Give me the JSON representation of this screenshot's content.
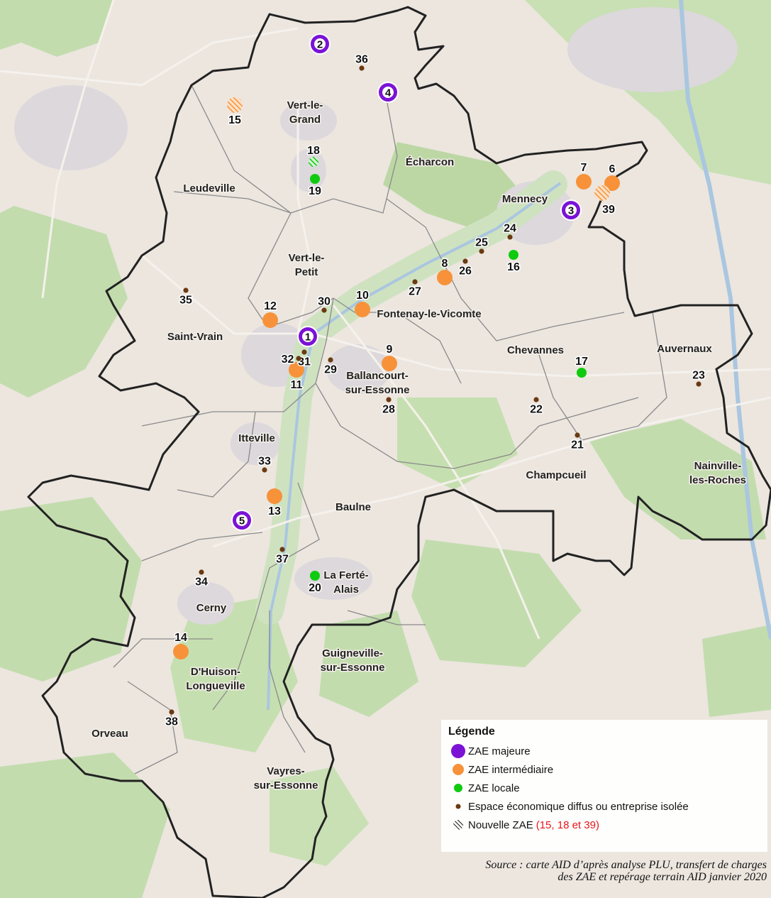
{
  "map": {
    "towns": [
      {
        "lines": [
          "Vert-le-",
          "Grand"
        ]
      },
      {
        "lines": [
          "Écharcon"
        ]
      },
      {
        "lines": [
          "Leudeville"
        ]
      },
      {
        "lines": [
          "Mennecy"
        ]
      },
      {
        "lines": [
          "Vert-le-",
          "Petit"
        ]
      },
      {
        "lines": [
          "Fontenay-le-Vicomte"
        ]
      },
      {
        "lines": [
          "Saint-Vrain"
        ]
      },
      {
        "lines": [
          "Chevannes"
        ]
      },
      {
        "lines": [
          "Auvernaux"
        ]
      },
      {
        "lines": [
          "Ballancourt-",
          "sur-Essonne"
        ]
      },
      {
        "lines": [
          "Itteville"
        ]
      },
      {
        "lines": [
          "Champcueil"
        ]
      },
      {
        "lines": [
          "Nainville-",
          "les-Roches"
        ]
      },
      {
        "lines": [
          "Baulne"
        ]
      },
      {
        "lines": [
          "La Ferté-",
          "Alais"
        ]
      },
      {
        "lines": [
          "Cerny"
        ]
      },
      {
        "lines": [
          "Guigneville-",
          "sur-Essonne"
        ]
      },
      {
        "lines": [
          "D'Huison-",
          "Longueville"
        ]
      },
      {
        "lines": [
          "Orveau"
        ]
      },
      {
        "lines": [
          "Vayres-",
          "sur-Essonne"
        ]
      }
    ],
    "sites": [
      {
        "id": "1",
        "category": "majeure"
      },
      {
        "id": "2",
        "category": "majeure"
      },
      {
        "id": "3",
        "category": "majeure"
      },
      {
        "id": "4",
        "category": "majeure"
      },
      {
        "id": "5",
        "category": "majeure"
      },
      {
        "id": "6",
        "category": "intermediaire"
      },
      {
        "id": "7",
        "category": "intermediaire"
      },
      {
        "id": "8",
        "category": "intermediaire"
      },
      {
        "id": "9",
        "category": "intermediaire"
      },
      {
        "id": "10",
        "category": "intermediaire"
      },
      {
        "id": "11",
        "category": "intermediaire"
      },
      {
        "id": "12",
        "category": "intermediaire"
      },
      {
        "id": "13",
        "category": "intermediaire"
      },
      {
        "id": "14",
        "category": "intermediaire"
      },
      {
        "id": "15",
        "category": "nouvelle-intermediaire"
      },
      {
        "id": "16",
        "category": "locale"
      },
      {
        "id": "17",
        "category": "locale"
      },
      {
        "id": "18",
        "category": "nouvelle-locale"
      },
      {
        "id": "19",
        "category": "locale"
      },
      {
        "id": "20",
        "category": "locale"
      },
      {
        "id": "21",
        "category": "diffus"
      },
      {
        "id": "22",
        "category": "diffus"
      },
      {
        "id": "23",
        "category": "diffus"
      },
      {
        "id": "24",
        "category": "diffus"
      },
      {
        "id": "25",
        "category": "diffus"
      },
      {
        "id": "26",
        "category": "diffus"
      },
      {
        "id": "27",
        "category": "diffus"
      },
      {
        "id": "28",
        "category": "diffus"
      },
      {
        "id": "29",
        "category": "diffus"
      },
      {
        "id": "30",
        "category": "diffus"
      },
      {
        "id": "31",
        "category": "diffus"
      },
      {
        "id": "32",
        "category": "diffus"
      },
      {
        "id": "33",
        "category": "diffus"
      },
      {
        "id": "34",
        "category": "diffus"
      },
      {
        "id": "35",
        "category": "diffus"
      },
      {
        "id": "36",
        "category": "diffus"
      },
      {
        "id": "37",
        "category": "diffus"
      },
      {
        "id": "38",
        "category": "diffus"
      },
      {
        "id": "39",
        "category": "nouvelle-intermediaire"
      }
    ]
  },
  "legend": {
    "title": "Légende",
    "items": [
      {
        "label": "ZAE majeure"
      },
      {
        "label": "ZAE intermédiaire"
      },
      {
        "label": "ZAE locale"
      },
      {
        "label": "Espace économique diffus ou entreprise isolée"
      },
      {
        "label": "Nouvelle ZAE",
        "note": "(15, 18 et 39)"
      }
    ]
  },
  "source": {
    "line1": "Source : carte AID d’après analyse PLU, transfert de charges",
    "line2": "des ZAE et repérage terrain AID janvier 2020"
  },
  "colors": {
    "majeure": "#7b12d6",
    "intermediaire": "#f7923a",
    "locale": "#0fcb0f",
    "diffus": "#6b3a11",
    "nouvelle_note": "#e8161b",
    "boundary": "#222222",
    "forest": "#c3dcae",
    "urban": "#dcd8dc",
    "river": "#aac6e0"
  }
}
